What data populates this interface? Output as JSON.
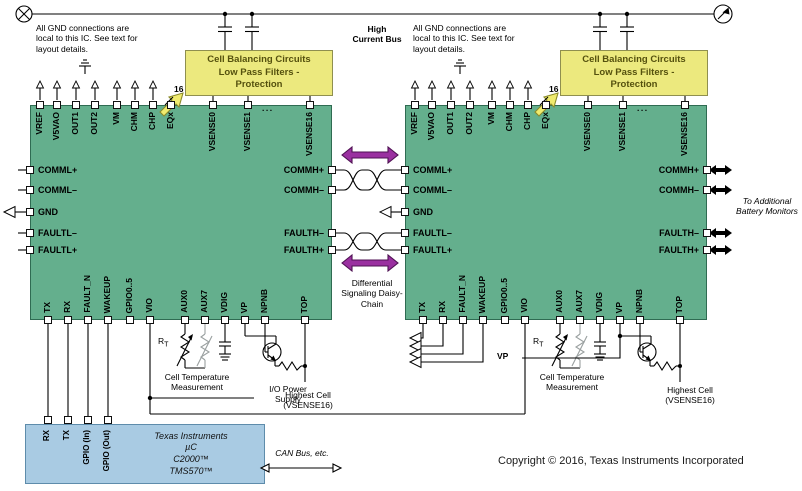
{
  "labels": {
    "gnd_note": "All GND connections are local to this IC. See text for layout details.",
    "high_current_bus": "High Current Bus",
    "eq_bus_width": "16",
    "vsense_dots": "...",
    "diff_chain": "Differential Signaling Daisy-Chain",
    "to_additional": "To Additional Battery Monitors",
    "io_power": "I/O Power Supply",
    "highest_cell": "Highest Cell (VSENSE16)",
    "cell_temp": "Cell Temperature Measurement",
    "vp": "VP",
    "rt_base": "R",
    "rt_sub": "T",
    "can_bus": "CAN Bus, etc.",
    "copyright": "Copyright © 2016, Texas Instruments Incorporated"
  },
  "balancing": {
    "lines": [
      "Cell Balancing Circuits",
      "Low Pass Filters -",
      "Protection"
    ]
  },
  "ic": {
    "top_pins": [
      "VREF",
      "V5VAO",
      "OUT1",
      "OUT2",
      "VM",
      "CHM",
      "CHP",
      "EQx",
      "VSENSE0",
      "VSENSE1",
      "VSENSE16"
    ],
    "left_pins": [
      "COMML+",
      "COMML–",
      "GND",
      "FAULTL–",
      "FAULTL+"
    ],
    "right_pins": [
      "COMMH+",
      "COMMH–",
      "FAULTH–",
      "FAULTH+"
    ],
    "bottom_pins": [
      "TX",
      "RX",
      "FAULT_N",
      "WAKEUP",
      "GPIO0..5",
      "VIO",
      "AUX0",
      "AUX7",
      "VDIG",
      "VP",
      "NPNB",
      "TOP"
    ]
  },
  "mcu": {
    "lines": [
      "Texas Instruments",
      "µC",
      "C2000™",
      "TMS570™"
    ],
    "pins": [
      "RX",
      "TX",
      "GPIO (In)",
      "GPIO (Out)"
    ]
  },
  "colors": {
    "ic_green": "#64af8d",
    "balancing_yellow": "#ece97e",
    "mcu_blue": "#a9cbe3",
    "arrow_purple": "#9a30a0",
    "eq_arrow_yellow": "#f0eb6e"
  }
}
